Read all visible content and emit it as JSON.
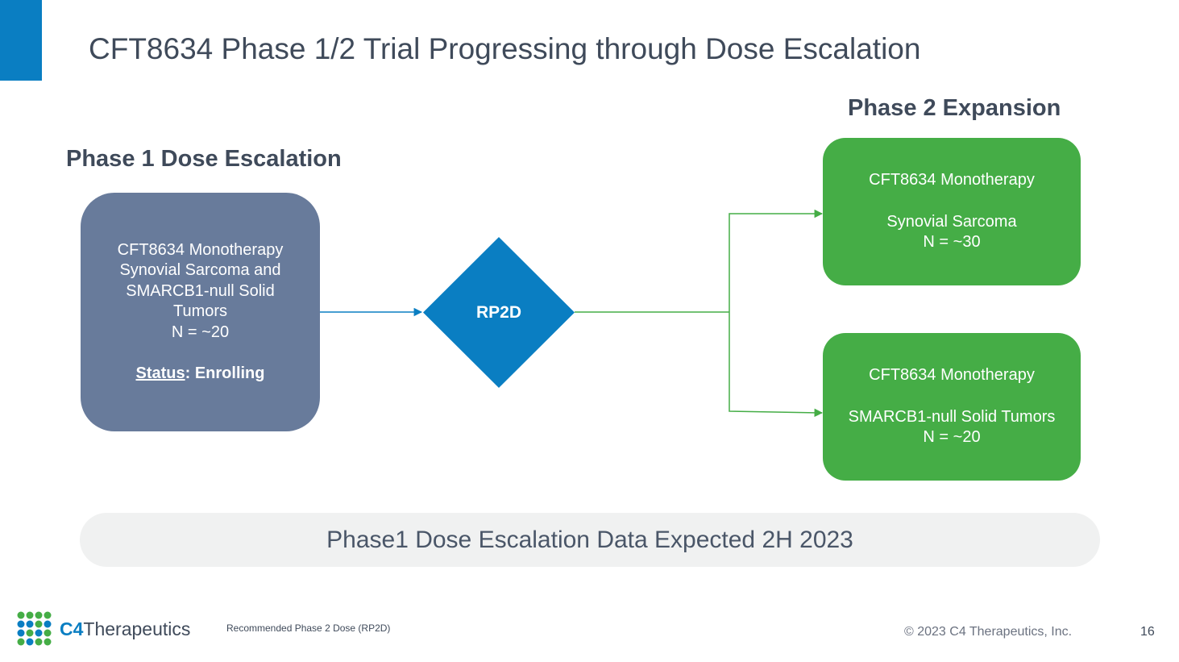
{
  "slide": {
    "title": "CFT8634 Phase 1/2 Trial Progressing through Dose Escalation",
    "accent_color": "#0a7ec2"
  },
  "phase1": {
    "heading": "Phase 1 Dose Escalation",
    "box_color": "#687b9b",
    "lines": [
      "CFT8634 Monotherapy",
      "Synovial Sarcoma and",
      "SMARCB1-null Solid",
      "Tumors",
      "N = ~20"
    ],
    "status_key": "Status",
    "status_value": ": Enrolling"
  },
  "decision": {
    "label": "RP2D",
    "color": "#0a7ec2"
  },
  "phase2": {
    "heading": "Phase 2 Expansion",
    "box_color": "#45ad46",
    "cohorts": [
      {
        "therapy": "CFT8634 Monotherapy",
        "indication": "Synovial Sarcoma",
        "n": "N = ~30"
      },
      {
        "therapy": "CFT8634 Monotherapy",
        "indication": "SMARCB1-null Solid Tumors",
        "n": "N = ~20"
      }
    ]
  },
  "banner": {
    "text": "Phase1 Dose Escalation Data Expected 2H 2023"
  },
  "footer": {
    "logo_prefix": "C4",
    "logo_suffix": "Therapeutics",
    "footnote": "Recommended Phase 2 Dose (RP2D)",
    "copyright": "© 2023 C4 Therapeutics, Inc.",
    "page_number": "16",
    "logo_colors": [
      "#45ad46",
      "#0a7ec2"
    ]
  }
}
